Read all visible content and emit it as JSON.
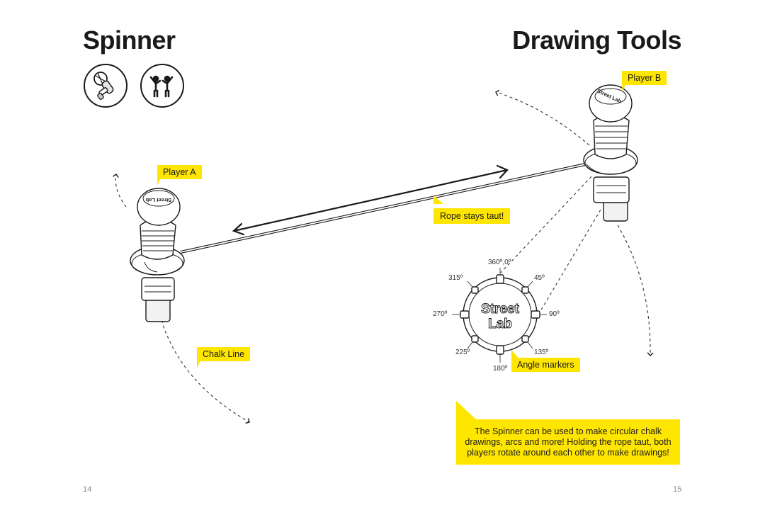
{
  "page": {
    "left_title": "Spinner",
    "right_title": "Drawing Tools",
    "left_page_number": "14",
    "right_page_number": "15"
  },
  "icons": [
    {
      "name": "chalk-spinner-tool-icon"
    },
    {
      "name": "two-players-icon"
    }
  ],
  "labels": {
    "player_a": "Player A",
    "player_b": "Player B",
    "rope": "Rope stays taut!",
    "chalk_line": "Chalk Line",
    "angle_markers": "Angle markers"
  },
  "dial": {
    "brand_line1": "Street",
    "brand_line2": "Lab",
    "degrees": {
      "d0": "360º,0º",
      "d45": "45º",
      "d90": "90º",
      "d135": "135º",
      "d180": "180º",
      "d225": "225º",
      "d270": "270º",
      "d315": "315º"
    }
  },
  "spinner_brand": "Street Lab",
  "description": "The Spinner can be used to make circular chalk drawings, arcs and more! Holding the rope taut, both players rotate around each other to make drawings!",
  "colors": {
    "highlight_yellow": "#ffe600",
    "ink": "#1a1a1a"
  }
}
